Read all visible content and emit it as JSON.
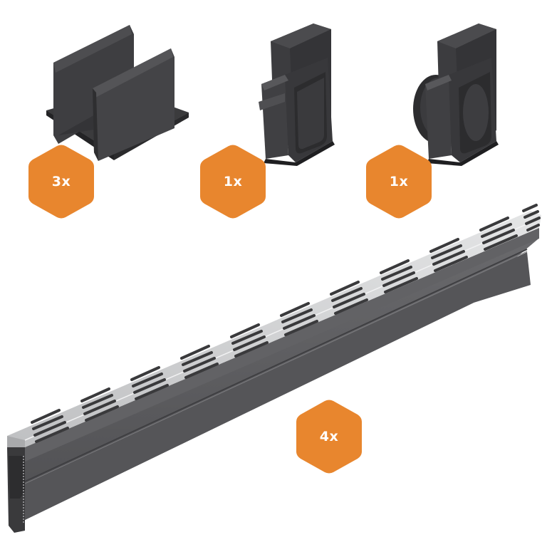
{
  "colors": {
    "badge_fill": "#E8862E",
    "badge_text": "#FFFFFF",
    "plastic_dark": "#3A3A3C",
    "plastic_mid": "#4A4A4D",
    "channel_body": "#5A5A5D",
    "grate_steel": "#C9CACC",
    "slot": "#3C3C3E",
    "background": "#FFFFFF"
  },
  "components": [
    {
      "id": "channel-connector-clip",
      "icon": "u-channel-connector-icon",
      "quantity_label": "3x"
    },
    {
      "id": "end-cap-closed",
      "icon": "end-cap-icon",
      "quantity_label": "1x"
    },
    {
      "id": "end-cap-outlet",
      "icon": "end-cap-outlet-icon",
      "quantity_label": "1x"
    },
    {
      "id": "drain-channel-with-grate",
      "icon": "channel-drain-grate-icon",
      "quantity_label": "4x"
    }
  ]
}
